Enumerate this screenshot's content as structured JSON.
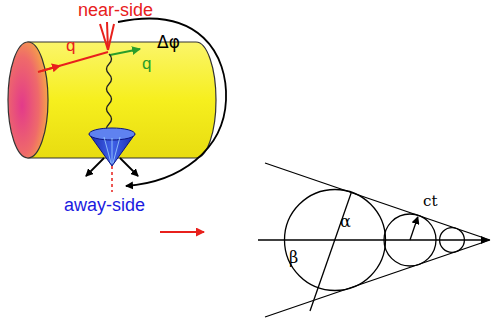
{
  "diagram": {
    "labels": [
      "near-side",
      "Δφ",
      "q",
      "q",
      "away-side",
      "α",
      "β",
      "ct"
    ]
  }
}
